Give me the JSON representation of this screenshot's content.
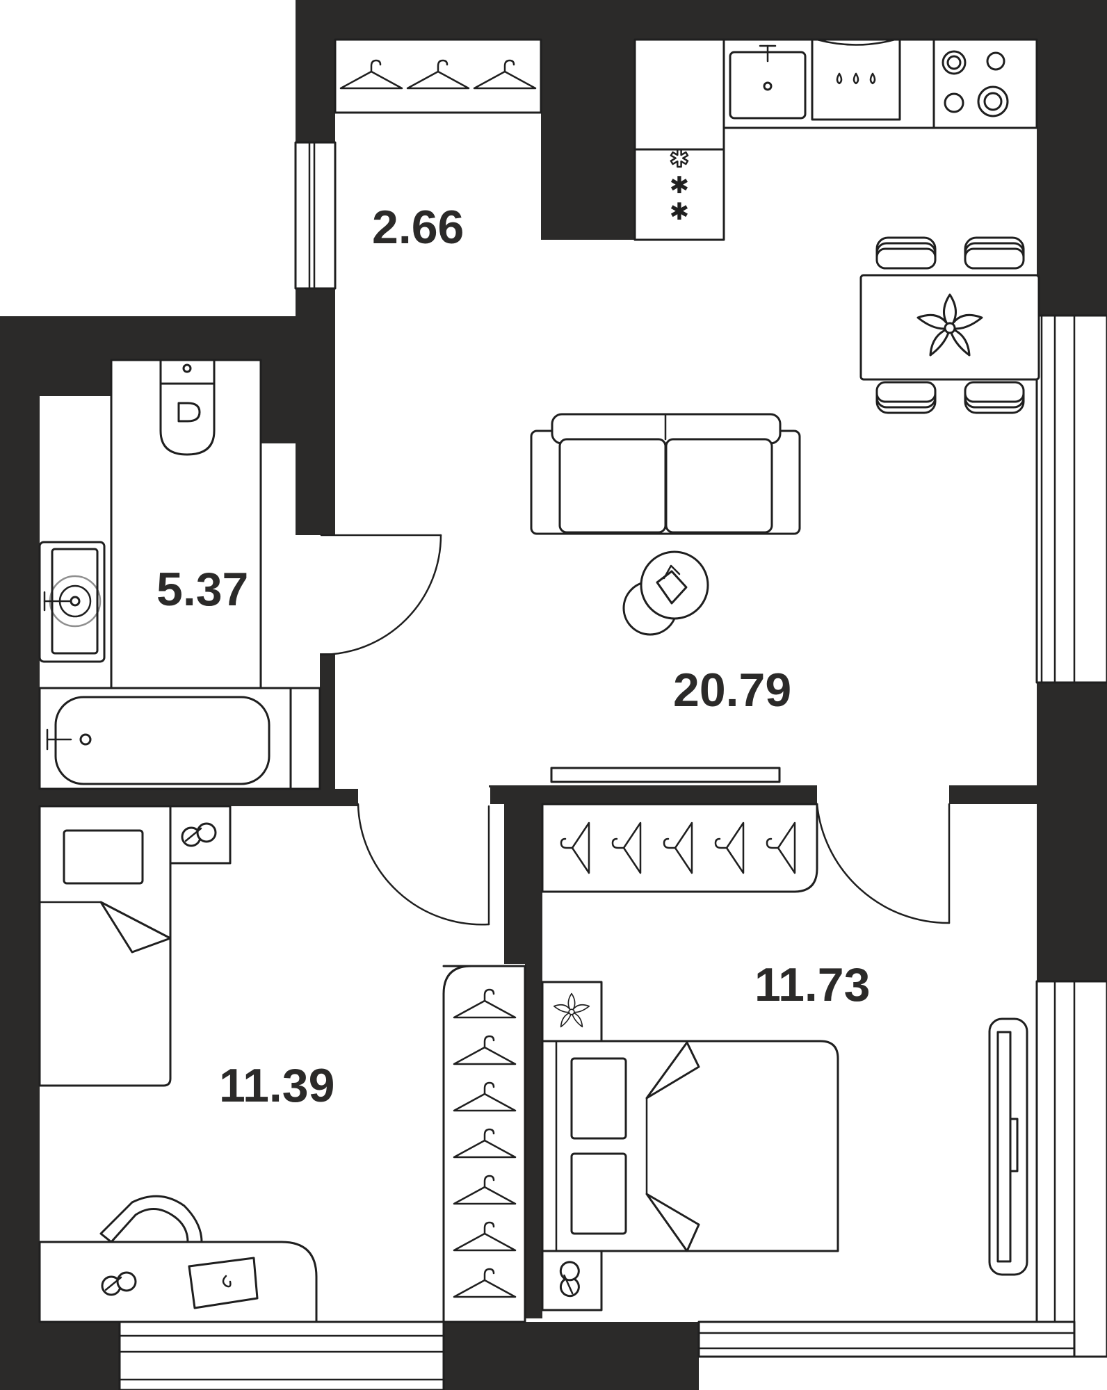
{
  "floor_plan": {
    "rooms": [
      {
        "id": "hall",
        "area": "2.66"
      },
      {
        "id": "bathroom",
        "area": "5.37"
      },
      {
        "id": "kitchen-living",
        "area": "20.79"
      },
      {
        "id": "bedroom-left",
        "area": "11.39"
      },
      {
        "id": "bedroom-right",
        "area": "11.73"
      }
    ]
  },
  "colors": {
    "wall": "#2b2a29",
    "line": "#1f1f1f",
    "background": "#ffffff"
  }
}
